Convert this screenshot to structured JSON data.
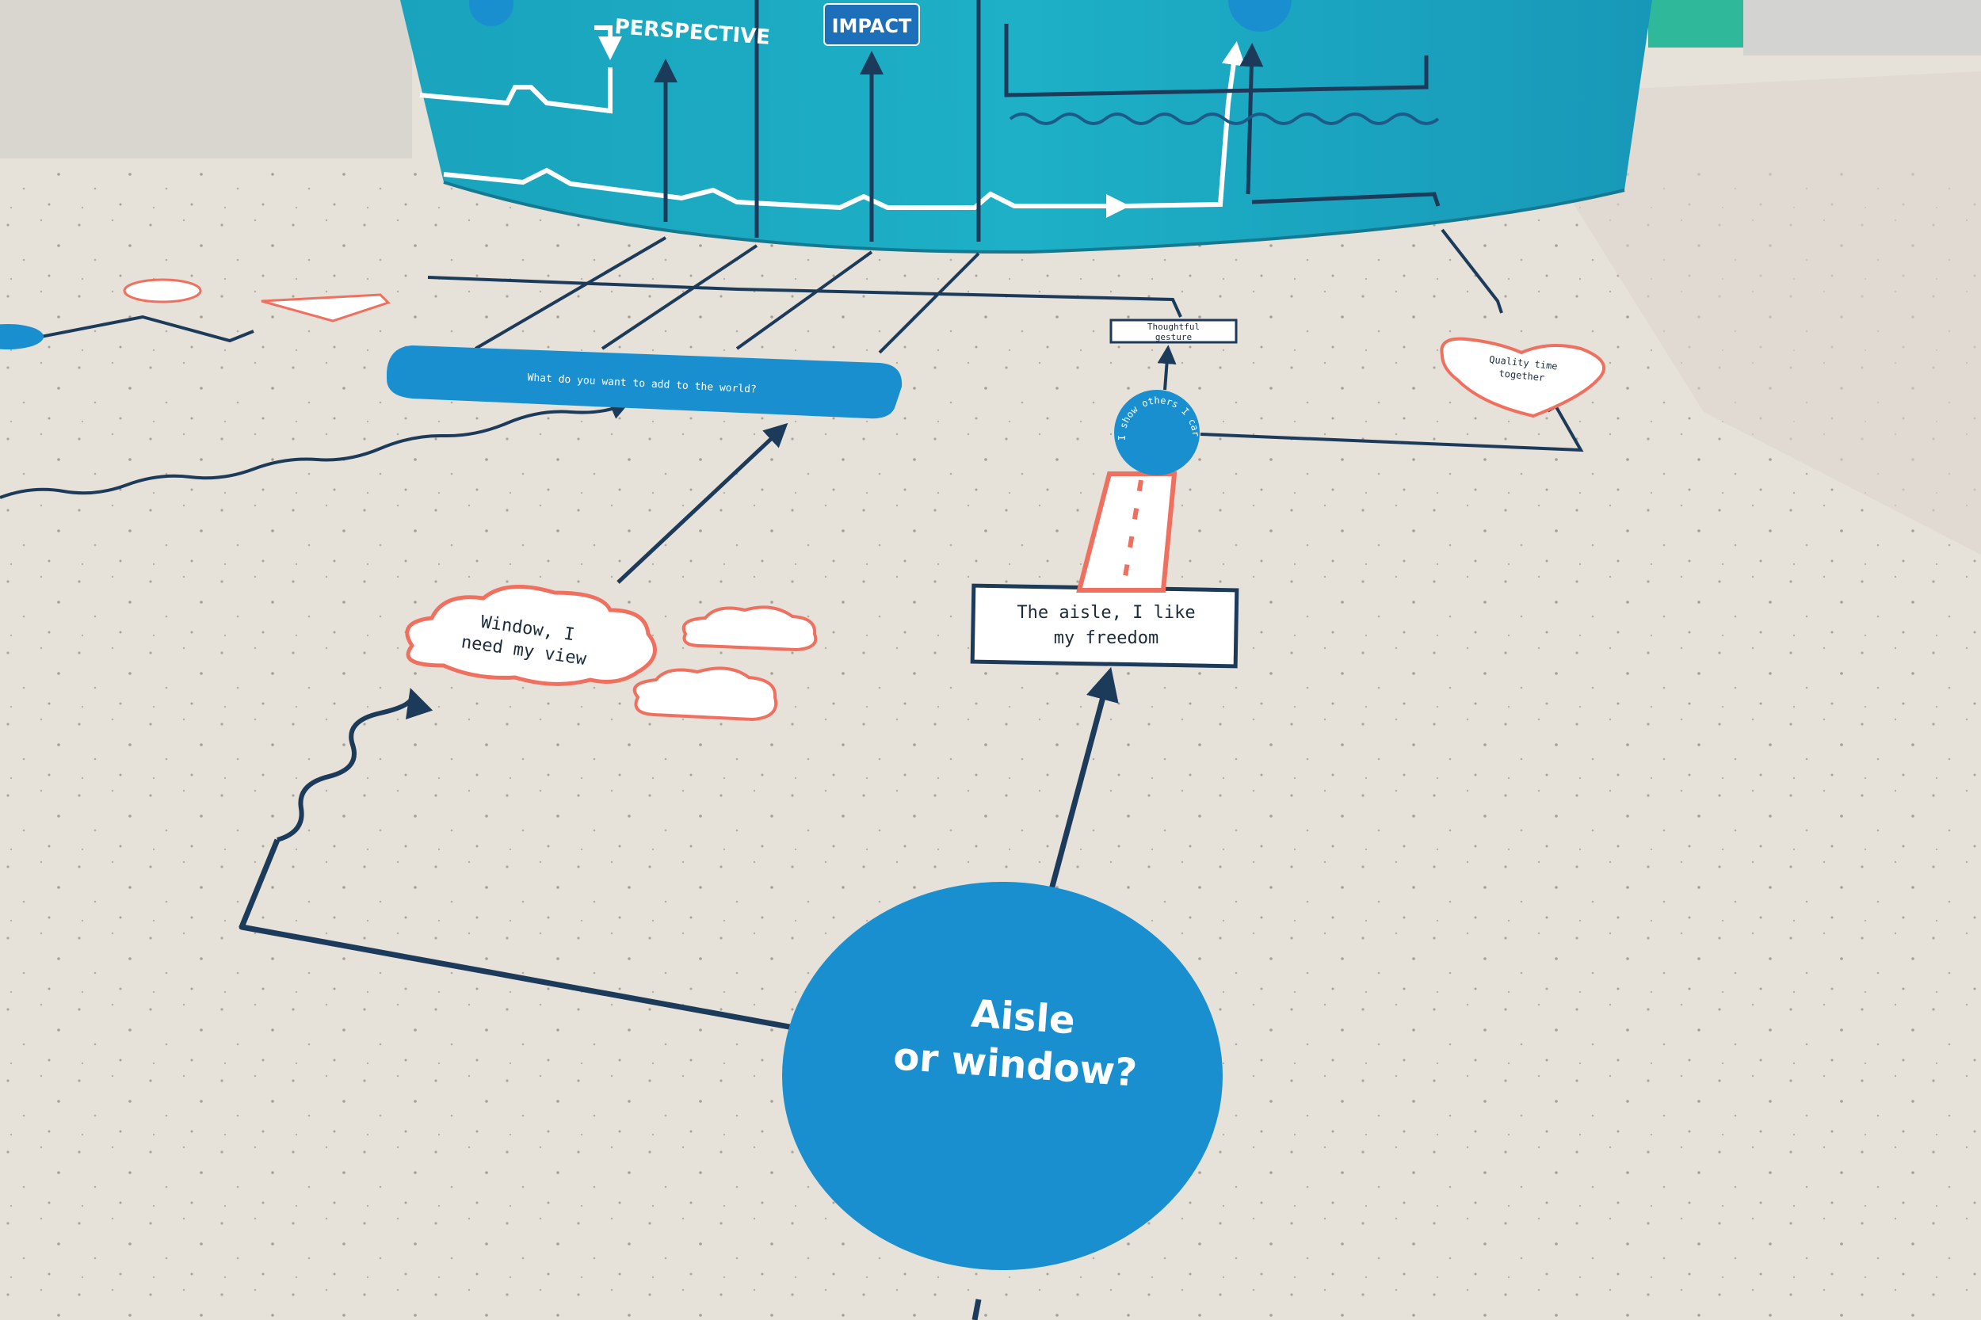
{
  "colors": {
    "floor": "#e6e1d9",
    "floor_shadow": "#d6d0c6",
    "wall_teal": "#1ea7c0",
    "wall_dark": "#1690ab",
    "blue": "#1a8fd0",
    "navy": "#1c3a5a",
    "coral": "#f0705f",
    "white": "#ffffff",
    "green": "#2fb89a"
  },
  "wall": {
    "perspective_label": "PERSPECTIVE",
    "impact_label": "IMPACT"
  },
  "floor": {
    "main_question": {
      "line1": "Aisle",
      "line2": "or window?"
    },
    "window_answer": {
      "line1": "Window, I",
      "line2": "need my view"
    },
    "aisle_answer": {
      "line1": "The aisle, I like",
      "line2": "my freedom"
    },
    "world_question": "What do you want to add to the world?",
    "circle_text": "I show others I care through...",
    "thoughtful_label": {
      "line1": "Thoughtful",
      "line2": "gesture"
    },
    "quality_label": {
      "line1": "Quality time",
      "line2": "together"
    }
  }
}
